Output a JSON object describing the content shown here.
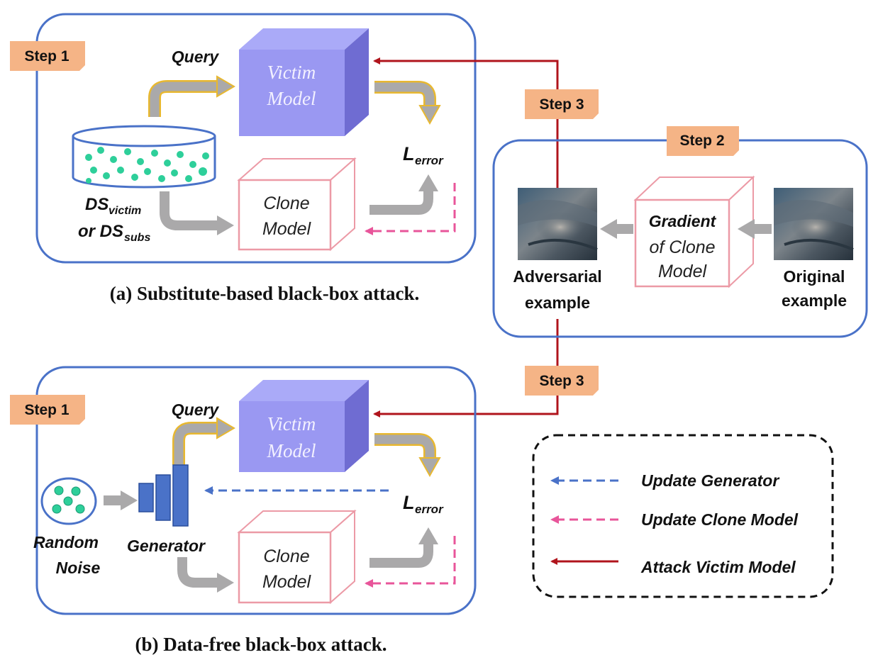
{
  "panel_a": {
    "step": "Step 1",
    "query": "Query",
    "victim_line1": "Victim",
    "victim_line2": "Model",
    "clone_line1": "Clone",
    "clone_line2": "Model",
    "lerror_main": "L",
    "lerror_sub": "error",
    "ds_line1_main": "DS",
    "ds_line1_sub": "victim",
    "ds_line2_main": "or DS",
    "ds_line2_sub": "subs",
    "caption": "(a) Substitute-based black-box attack."
  },
  "panel_step2": {
    "step": "Step 2",
    "adv_line1": "Adversarial",
    "adv_line2": "example",
    "grad_line1": "Gradient",
    "grad_line2": "of Clone",
    "grad_line3": "Model",
    "orig_line1": "Original",
    "orig_line2": "example"
  },
  "step3_top": "Step 3",
  "step3_bottom": "Step 3",
  "panel_b": {
    "step": "Step 1",
    "query": "Query",
    "victim_line1": "Victim",
    "victim_line2": "Model",
    "clone_line1": "Clone",
    "clone_line2": "Model",
    "lerror_main": "L",
    "lerror_sub": "error",
    "noise_line1": "Random",
    "noise_line2": "Noise",
    "generator": "Generator",
    "caption": "(b) Data-free black-box attack."
  },
  "legend": {
    "items": [
      {
        "label": "Update Generator",
        "color": "#4a72c8"
      },
      {
        "label": "Update Clone Model",
        "color": "#e8559a"
      },
      {
        "label": "Attack Victim Model",
        "color": "#b0141c"
      }
    ]
  },
  "colors": {
    "panel_border": "#4a72c8",
    "step_tag": "#f5b486",
    "victim_front": "#9a98f2",
    "clone_border": "#ec9aa6",
    "arrow_gray": "#aaa9aa",
    "arrow_gold": "#e8b830",
    "attack_red": "#b0141c",
    "dot_green": "#2ecf9a"
  }
}
